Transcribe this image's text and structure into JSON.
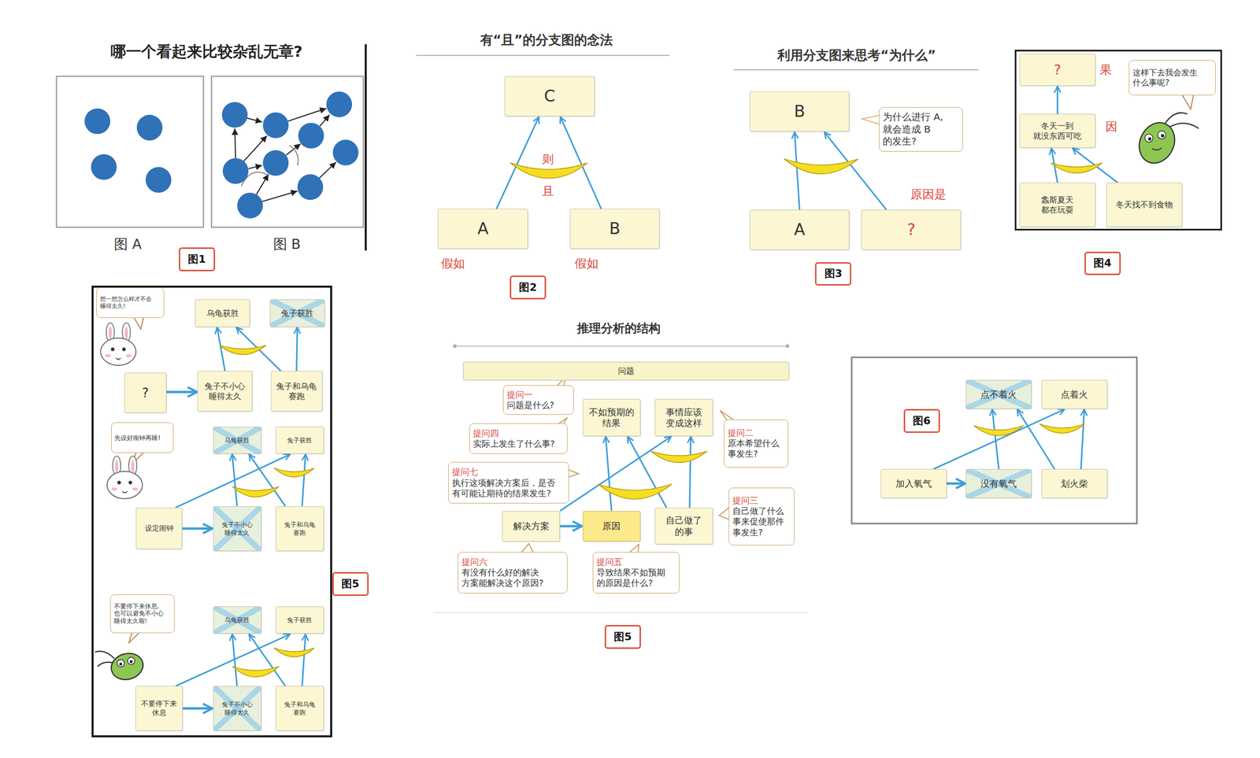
{
  "diagram": {
    "nodes": [
      {
        "text": [
          "C"
        ]
      },
      {
        "text": [
          "A"
        ]
      },
      {
        "text": [
          "B"
        ]
      },
      {
        "text": [
          "B"
        ]
      },
      {
        "text": [
          "为什么进行 A, 就会造成 B 的发生?"
        ]
      },
      {
        "text": [
          "A"
        ]
      },
      {
        "text": [
          "?"
        ]
      },
      {
        "text": [
          "?"
        ]
      },
      {
        "text": [
          "这样下去我会发生 什么事呢?"
        ]
      },
      {
        "text": [
          "冬天一到 就没东西可吃"
        ]
      },
      {
        "text": [
          "螽斯夏天 都在玩耍"
        ]
      },
      {
        "text": [
          "冬天找不到食物"
        ]
      },
      {
        "text": [
          "想一想怎么样才不会 睡得太久!"
        ]
      },
      {
        "text": [
          "乌龟获胜"
        ]
      },
      {
        "text": [
          "兔子获胜"
        ]
      },
      {
        "text": [
          "?"
        ]
      },
      {
        "text": [
          "兔子不小心 睡得太久"
        ]
      },
      {
        "text": [
          "兔子和乌龟 赛跑"
        ]
      },
      {
        "text": [
          "先设好闹钟再睡!"
        ]
      },
      {
        "text": [
          "乌龟获胜"
        ]
      },
      {
        "text": [
          "兔子获胜"
        ]
      },
      {
        "text": [
          "设定闹钟"
        ]
      },
      {
        "text": [
          "兔子不小心 睡得太久"
        ]
      },
      {
        "text": [
          "兔子和乌龟 赛跑"
        ]
      },
      {
        "text": [
          "不要停下来休息, 也可以避免不小心 睡得太久喔!"
        ]
      },
      {
        "text": [
          "乌龟获胜"
        ]
      },
      {
        "text": [
          "兔子获胜"
        ]
      },
      {
        "text": [
          "不要停下来 休息"
        ]
      },
      {
        "text": [
          "兔子不小心 睡得太久"
        ]
      },
      {
        "text": [
          "兔子和乌龟 赛跑"
        ]
      },
      {
        "text": [
          "问题"
        ]
      },
      {
        "text": [
          "提问一",
          "问题是什么?"
        ]
      },
      {
        "text": [
          "不如预期的 结果"
        ]
      },
      {
        "text": [
          "事情应该 变成这样"
        ]
      },
      {
        "text": [
          "提问二",
          "原本希望什么 事发生?"
        ]
      },
      {
        "text": [
          "提问四",
          "实际上发生了什么事?"
        ]
      },
      {
        "text": [
          "提问七",
          "执行这项解决方案后，是否 有可能让期待的结果发生?"
        ]
      },
      {
        "text": [
          "提问三",
          "自己做了什么 事来促使那件 事发生?"
        ]
      },
      {
        "text": [
          "解决方案"
        ]
      },
      {
        "text": [
          "原因"
        ]
      },
      {
        "text": [
          "自己做了 的事"
        ]
      },
      {
        "text": [
          "提问六",
          "有没有什么好的解决 方案能解决这个原因?"
        ]
      },
      {
        "text": [
          "提问五",
          "导致结果不如预期 的原因是什么?"
        ]
      },
      {
        "text": [
          "点不着火"
        ]
      },
      {
        "text": [
          "点着火"
        ]
      },
      {
        "text": [
          "加入氧气"
        ]
      },
      {
        "text": [
          "没有氧气"
        ]
      },
      {
        "text": [
          "划火柴"
        ]
      }
    ],
    "edges": [
      {
        "from": 1,
        "to": 0,
        "arrow": "to"
      },
      {
        "from": 2,
        "to": 0,
        "arrow": "to"
      },
      {
        "from": 5,
        "to": 3,
        "arrow": "to"
      },
      {
        "from": 6,
        "to": 3,
        "arrow": "to"
      },
      {
        "from": 9,
        "to": 7,
        "arrow": "to"
      },
      {
        "from": 10,
        "to": 9,
        "arrow": "to"
      },
      {
        "from": 11,
        "to": 9,
        "arrow": "to"
      },
      {
        "from": 15,
        "to": 16,
        "arrow": "to"
      },
      {
        "from": 16,
        "to": 13,
        "arrow": "to"
      },
      {
        "from": 17,
        "to": 13,
        "arrow": "to"
      },
      {
        "from": 17,
        "to": 14,
        "arrow": "to"
      },
      {
        "from": 21,
        "to": 22,
        "arrow": "to"
      },
      {
        "from": 21,
        "to": 20,
        "arrow": "to"
      },
      {
        "from": 22,
        "to": 19,
        "arrow": "to"
      },
      {
        "from": 23,
        "to": 19,
        "arrow": "to"
      },
      {
        "from": 23,
        "to": 20,
        "arrow": "to"
      },
      {
        "from": 27,
        "to": 28,
        "arrow": "to"
      },
      {
        "from": 27,
        "to": 26,
        "arrow": "to"
      },
      {
        "from": 28,
        "to": 25,
        "arrow": "to"
      },
      {
        "from": 29,
        "to": 25,
        "arrow": "to"
      },
      {
        "from": 29,
        "to": 26,
        "arrow": "to"
      },
      {
        "from": 38,
        "to": 39,
        "arrow": "to"
      },
      {
        "from": 38,
        "to": 33,
        "arrow": "to"
      },
      {
        "from": 39,
        "to": 32,
        "arrow": "to"
      },
      {
        "from": 40,
        "to": 32,
        "arrow": "to"
      },
      {
        "from": 40,
        "to": 33,
        "arrow": "to"
      },
      {
        "from": 45,
        "to": 46,
        "arrow": "to"
      },
      {
        "from": 45,
        "to": 44,
        "arrow": "to"
      },
      {
        "from": 46,
        "to": 43,
        "arrow": "to"
      },
      {
        "from": 47,
        "to": 43,
        "arrow": "to"
      },
      {
        "from": 47,
        "to": 44,
        "arrow": "to"
      }
    ],
    "labels": [
      "哪一个看起来比较杂乱无章?",
      "图 A",
      "图 B",
      "图1",
      "有“且”的分支图的念法",
      "则",
      "且",
      "假如",
      "假如",
      "图2",
      "利用分支图来思考“为什么”",
      "原因是",
      "图3",
      "果",
      "因",
      "图4",
      "图5",
      "推理分析的结构",
      "图5",
      "图6"
    ]
  }
}
